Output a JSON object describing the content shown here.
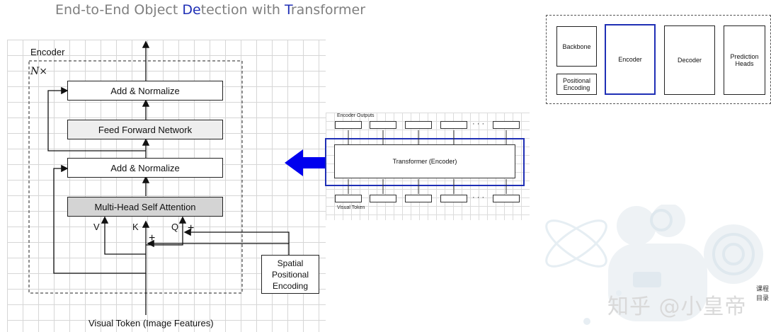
{
  "title": {
    "part1": "End-to-End Object ",
    "hl1": "De",
    "part2": "tection with ",
    "hl2": "T",
    "part3": "ransformer"
  },
  "encoder_diagram": {
    "encoder_label": "Encoder",
    "repeat_label": "N×",
    "add_norm_top": "Add & Normalize",
    "feed_forward": "Feed Forward Network",
    "add_norm_bottom": "Add & Normalize",
    "mhsa": "Multi-Head Self Attention",
    "v": "V",
    "k": "K",
    "q": "Q",
    "plus1": "+",
    "plus2": "+",
    "spatial": "Spatial Positional Encoding",
    "input": "Visual Token (Image Features)"
  },
  "transformer_fig": {
    "outputs_label": "Encoder Outputs",
    "center": "Transformer (Encoder)",
    "tokens_label": "Visual Token",
    "dots_top": "· · ·",
    "dots_bottom": "· · ·"
  },
  "pipeline": {
    "backbone": "Backbone",
    "positional": "Positional Encoding",
    "encoder": "Encoder",
    "decoder": "Decoder",
    "prediction": "Prediction Heads"
  },
  "watermark": "知乎 @小皇帝",
  "side": {
    "line1": "课程",
    "line2": "目录"
  },
  "colors": {
    "accent": "#1f2fb5",
    "arrow": "#0000ee"
  }
}
